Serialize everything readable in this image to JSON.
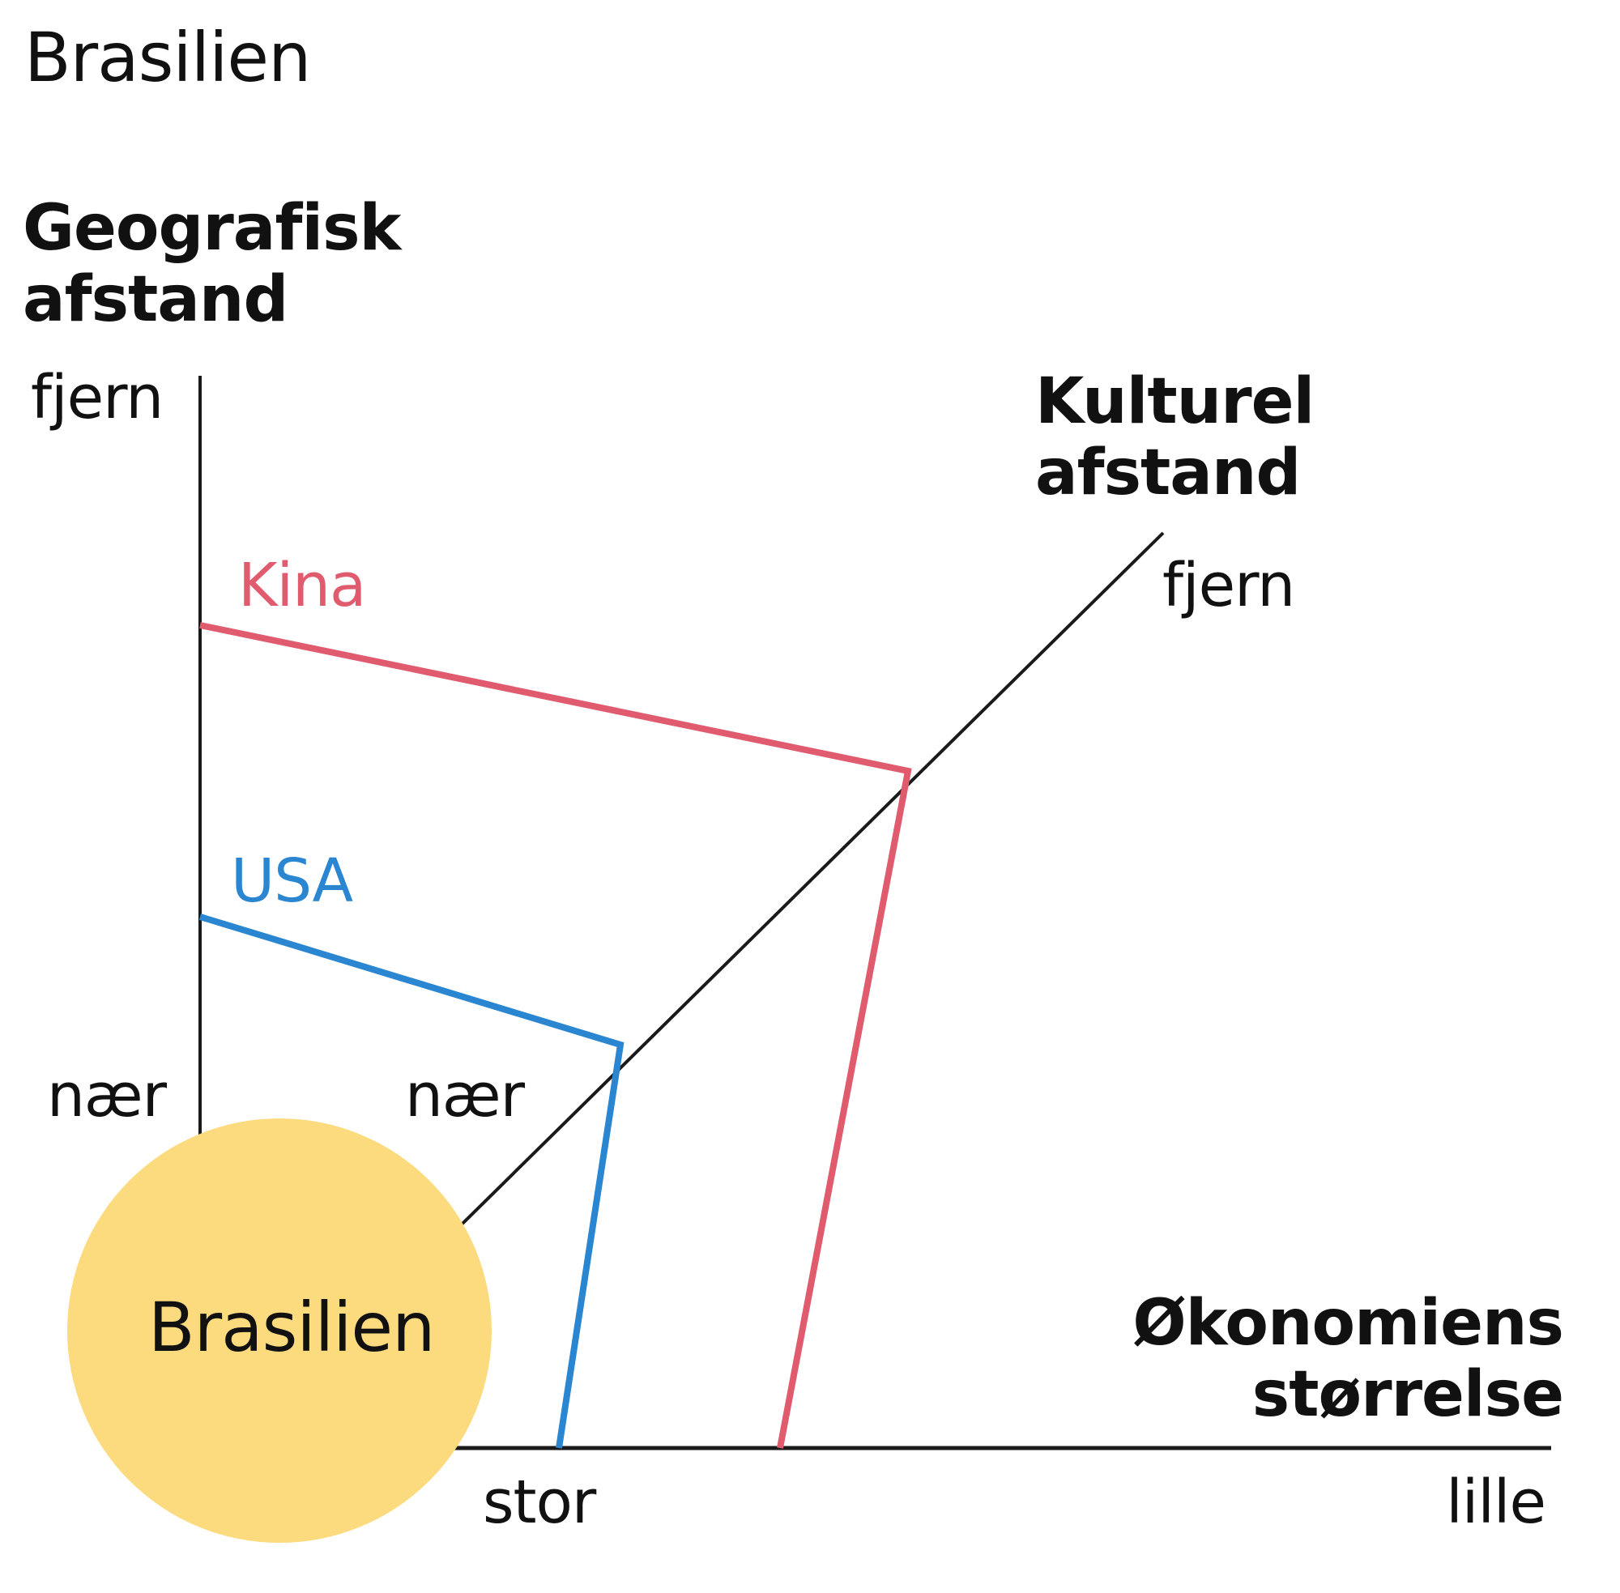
{
  "title": "Brasilien",
  "axes": {
    "geographic": {
      "title_line1": "Geografisk",
      "title_line2": "afstand",
      "far_label": "fjern",
      "near_label": "nær"
    },
    "cultural": {
      "title_line1": "Kulturel",
      "title_line2": "afstand",
      "far_label": "fjern",
      "near_label": "nær"
    },
    "economy": {
      "title_line1": "Økonomiens",
      "title_line2": "størrelse",
      "large_label": "stor",
      "small_label": "lille"
    }
  },
  "center": {
    "label": "Brasilien",
    "color": "#FCDA7E"
  },
  "countries": [
    {
      "name": "Kina",
      "color": "#E15B6E"
    },
    {
      "name": "USA",
      "color": "#2B86D1"
    }
  ],
  "colors": {
    "axis": "#1a1a1a",
    "kina": "#E15B6E",
    "usa": "#2B86D1",
    "circle": "#FCDA7E"
  },
  "chart_data": {
    "type": "radar-triangle",
    "title": "Brasilien",
    "axes": [
      "Geografisk afstand",
      "Kulturel afstand",
      "Økonomiens størrelse"
    ],
    "axis_ranges": {
      "Geografisk afstand": [
        "nær",
        "fjern"
      ],
      "Kulturel afstand": [
        "nær",
        "fjern"
      ],
      "Økonomiens størrelse": [
        "stor",
        "lille"
      ]
    },
    "series": [
      {
        "name": "Kina",
        "values": {
          "Geografisk afstand": 0.72,
          "Kulturel afstand": 0.62,
          "Økonomiens størrelse": 0.29
        }
      },
      {
        "name": "USA",
        "values": {
          "Geografisk afstand": 0.34,
          "Kulturel afstand": 0.27,
          "Økonomiens størrelse": 0.09
        }
      }
    ],
    "origin_label": "Brasilien"
  }
}
